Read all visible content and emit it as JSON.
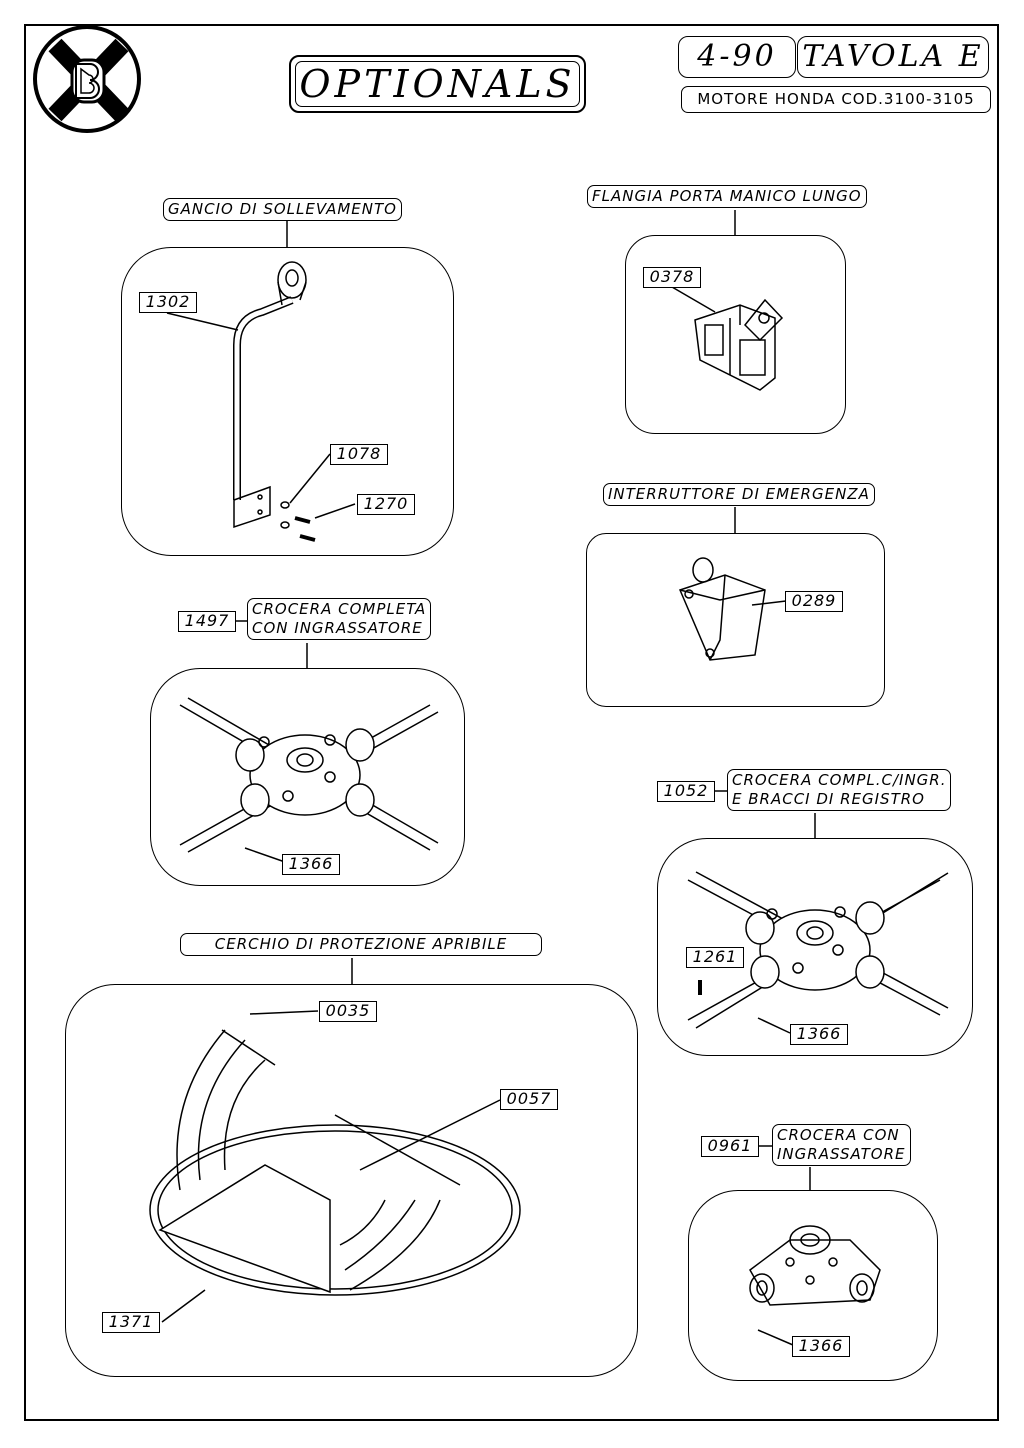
{
  "header": {
    "title": "OPTIONALS",
    "table_code": "4-90",
    "table_name": "TAVOLA E",
    "subtitle": "MOTORE HONDA COD.3100-3105"
  },
  "sections": [
    {
      "label": "GANCIO DI SOLLEVAMENTO",
      "parts": [
        "1302",
        "1078",
        "1270"
      ]
    },
    {
      "label": "FLANGIA PORTA MANICO LUNGO",
      "parts": [
        "0378"
      ]
    },
    {
      "label": "INTERRUTTORE DI EMERGENZA",
      "parts": [
        "0289"
      ]
    },
    {
      "label_lines": [
        "CROCERA COMPLETA",
        "CON INGRASSATORE"
      ],
      "code": "1497",
      "parts": [
        "1366"
      ]
    },
    {
      "label_lines": [
        "CROCERA COMPL.C/INGR.",
        "E BRACCI DI REGISTRO"
      ],
      "code": "1052",
      "parts": [
        "1261",
        "1366"
      ]
    },
    {
      "label": "CERCHIO DI PROTEZIONE APRIBILE",
      "parts": [
        "0035",
        "0057",
        "1371"
      ]
    },
    {
      "label_lines": [
        "CROCERA CON",
        "INGRASSATORE"
      ],
      "code": "0961",
      "parts": [
        "1366"
      ]
    }
  ]
}
